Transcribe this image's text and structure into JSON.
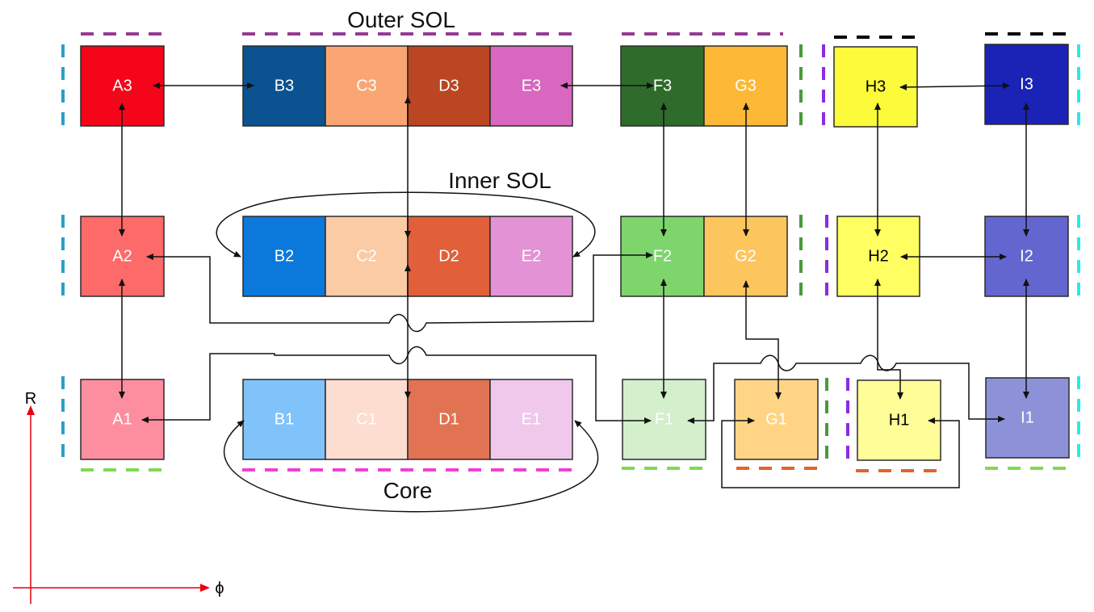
{
  "regions": {
    "outer_sol": "Outer SOL",
    "inner_sol": "Inner SOL",
    "core": "Core"
  },
  "axes": {
    "r": "R",
    "phi": "ϕ"
  },
  "cells": [
    {
      "id": "A3",
      "label": "A3",
      "color": "#f4051a",
      "text": "light"
    },
    {
      "id": "A2",
      "label": "A2",
      "color": "#fc6a6a",
      "text": "light"
    },
    {
      "id": "A1",
      "label": "A1",
      "color": "#fc8ea0",
      "text": "light"
    },
    {
      "id": "B3",
      "label": "B3",
      "color": "#0a5290",
      "text": "light"
    },
    {
      "id": "C3",
      "label": "C3",
      "color": "#f9a674",
      "text": "light"
    },
    {
      "id": "D3",
      "label": "D3",
      "color": "#bb4622",
      "text": "light"
    },
    {
      "id": "E3",
      "label": "E3",
      "color": "#d767bf",
      "text": "light"
    },
    {
      "id": "B2",
      "label": "B2",
      "color": "#0b78dc",
      "text": "light"
    },
    {
      "id": "C2",
      "label": "C2",
      "color": "#fbcba5",
      "text": "light"
    },
    {
      "id": "D2",
      "label": "D2",
      "color": "#e15f39",
      "text": "light"
    },
    {
      "id": "E2",
      "label": "E2",
      "color": "#e393d5",
      "text": "light"
    },
    {
      "id": "B1",
      "label": "B1",
      "color": "#80c3fb",
      "text": "light"
    },
    {
      "id": "C1",
      "label": "C1",
      "color": "#fcddcf",
      "text": "light"
    },
    {
      "id": "D1",
      "label": "D1",
      "color": "#e17352",
      "text": "light"
    },
    {
      "id": "E1",
      "label": "E1",
      "color": "#f0c8eb",
      "text": "light"
    },
    {
      "id": "F3",
      "label": "F3",
      "color": "#2f6b2a",
      "text": "light"
    },
    {
      "id": "G3",
      "label": "G3",
      "color": "#fdb935",
      "text": "light"
    },
    {
      "id": "F2",
      "label": "F2",
      "color": "#7dd56c",
      "text": "light"
    },
    {
      "id": "G2",
      "label": "G2",
      "color": "#fdc55e",
      "text": "light"
    },
    {
      "id": "F1",
      "label": "F1",
      "color": "#d3efcc",
      "text": "light"
    },
    {
      "id": "G1",
      "label": "G1",
      "color": "#ffd485",
      "text": "light"
    },
    {
      "id": "H3",
      "label": "H3",
      "color": "#fbfb3b",
      "text": "dark"
    },
    {
      "id": "H2",
      "label": "H2",
      "color": "#ffff61",
      "text": "dark"
    },
    {
      "id": "H1",
      "label": "H1",
      "color": "#fffd97",
      "text": "dark"
    },
    {
      "id": "I3",
      "label": "I3",
      "color": "#1a23b5",
      "text": "light"
    },
    {
      "id": "I2",
      "label": "I2",
      "color": "#6366cf",
      "text": "light"
    },
    {
      "id": "I1",
      "label": "I1",
      "color": "#8d92d8",
      "text": "light"
    }
  ],
  "colors": {
    "axis": "#e8000e",
    "cyan_blue": "#2a9fc9",
    "purple": "#953a93",
    "green": "#4a9a3a",
    "lime": "#7fda4f",
    "pink": "#f040d0",
    "orange": "#e5622a",
    "violet": "#8c2be2",
    "cyan": "#2ae8f0",
    "black": "#000000"
  }
}
